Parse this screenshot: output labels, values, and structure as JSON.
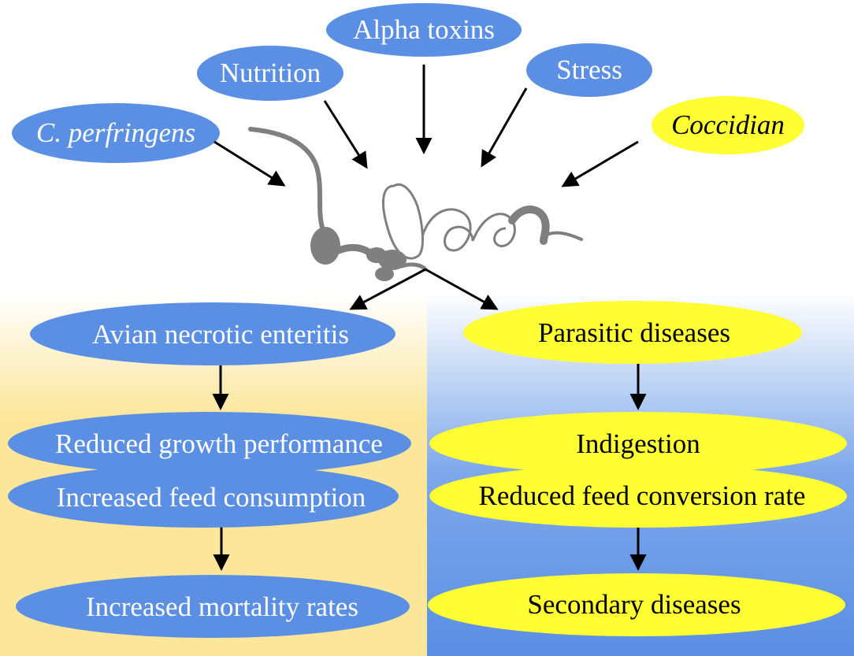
{
  "causes": [
    {
      "id": "c-perfringens",
      "label": "C. perfringens",
      "italic": true,
      "fill": "#5b8fe4",
      "text_color": "#ffffff"
    },
    {
      "id": "nutrition",
      "label": "Nutrition",
      "italic": false,
      "fill": "#5b8fe4",
      "text_color": "#ffffff"
    },
    {
      "id": "alpha-toxins",
      "label": "Alpha toxins",
      "italic": false,
      "fill": "#5b8fe4",
      "text_color": "#ffffff"
    },
    {
      "id": "stress",
      "label": "Stress",
      "italic": false,
      "fill": "#5b8fe4",
      "text_color": "#ffffff"
    },
    {
      "id": "coccidian",
      "label": "Coccidian",
      "italic": true,
      "fill": "#ffff33",
      "text_color": "#000000"
    }
  ],
  "left_branch": {
    "panel_gradient": [
      "#ffffff",
      "#fbe69a"
    ],
    "node_fill": "#5b8fe4",
    "text_color": "#ffffff",
    "disease": "Avian necrotic enteritis",
    "effect_1": "Reduced growth performance",
    "effect_2": "Increased feed consumption",
    "outcome": "Increased mortality rates"
  },
  "right_branch": {
    "panel_gradient": [
      "#ffffff",
      "#5b8fe4"
    ],
    "node_fill": "#ffff33",
    "text_color": "#000000",
    "disease": "Parasitic diseases",
    "effect_1": "Indigestion",
    "effect_2": "Reduced feed conversion rate",
    "outcome": "Secondary diseases"
  },
  "icons": {
    "center": "chicken-intestine-icon"
  },
  "colors": {
    "arrow": "#000000",
    "intestine": "#7f7f7f"
  }
}
